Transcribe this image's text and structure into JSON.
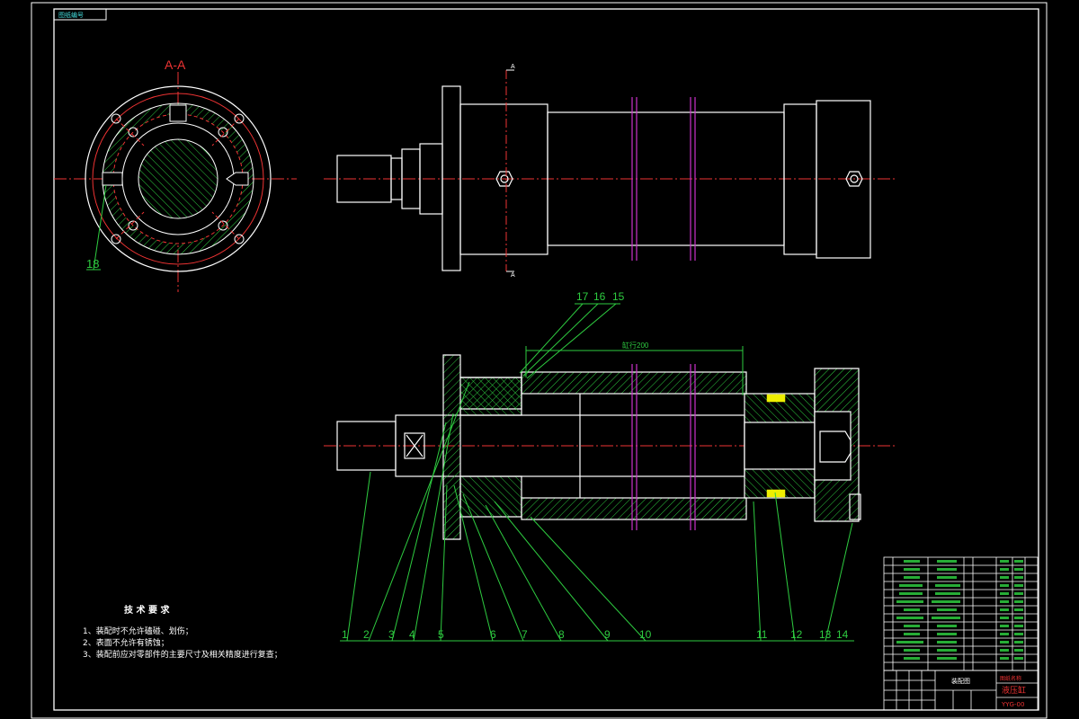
{
  "drawing": {
    "corner_tag": "图纸编号",
    "section_title": "A-A",
    "section_mark": "A",
    "dimension_text": "缸行200",
    "tech_requirements": {
      "title": "技 术 要 求",
      "items": [
        "1、装配时不允许磕碰、划伤；",
        "2、表面不允许有锈蚀；",
        "3、装配前应对零部件的主要尺寸及相关精度进行复查；"
      ]
    },
    "balloons_top": [
      "17",
      "16",
      "15"
    ],
    "balloons_bottom": [
      "1",
      "2",
      "3",
      "4",
      "5",
      "6",
      "7",
      "8",
      "9",
      "10",
      "11",
      "12",
      "13",
      "14"
    ],
    "balloon_side": "18",
    "title_block": {
      "main_name": "液压缸",
      "sub_name": "图纸名称",
      "company": "装配图",
      "drawing_no": "YYG-00"
    }
  }
}
